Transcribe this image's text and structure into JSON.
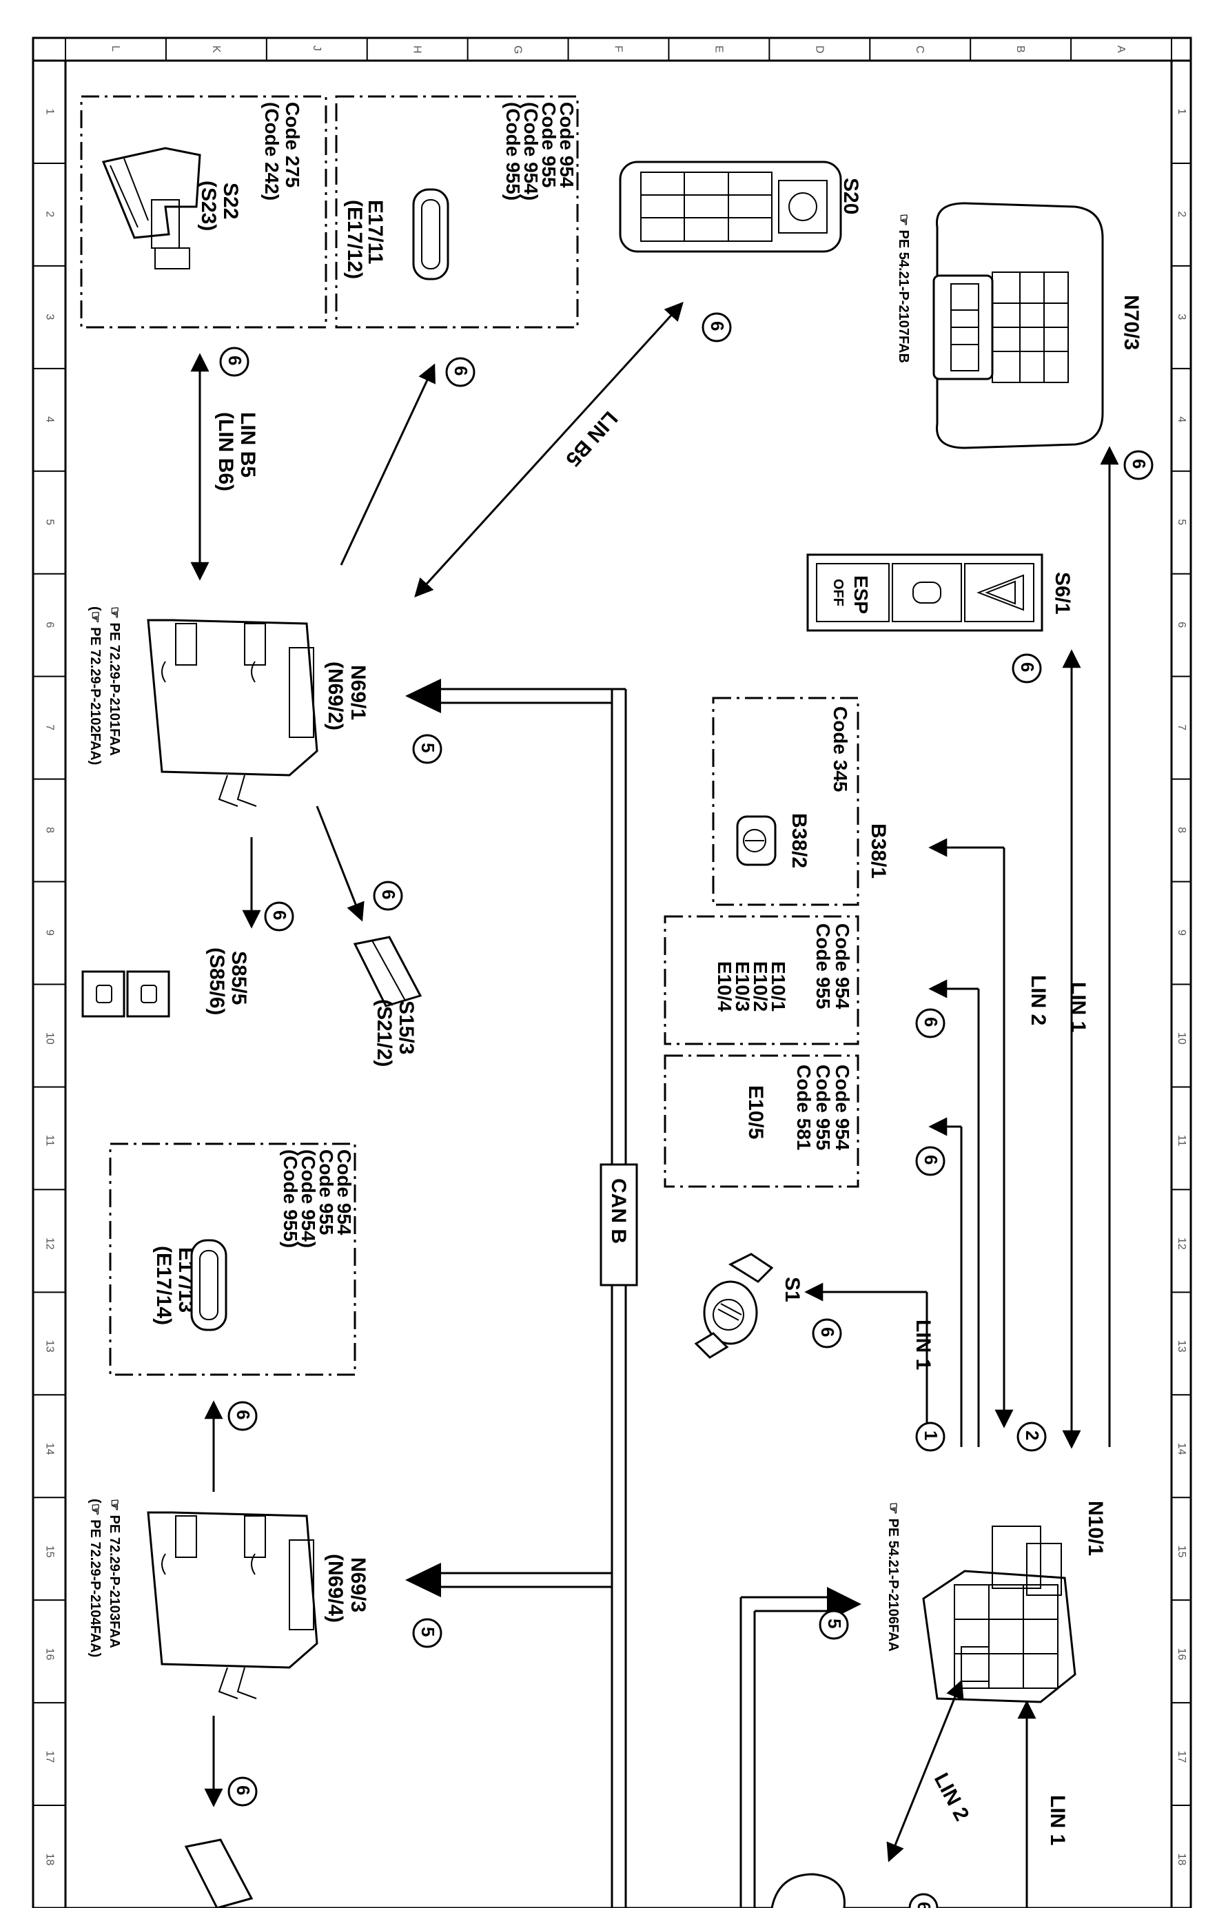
{
  "grid": {
    "columns": [
      "L",
      "K",
      "J",
      "H",
      "G",
      "F",
      "E",
      "D",
      "C",
      "B",
      "A"
    ],
    "rows": [
      "1",
      "2",
      "3",
      "4",
      "5",
      "6",
      "7",
      "8",
      "9",
      "10",
      "11",
      "12",
      "13",
      "14",
      "15",
      "16",
      "17",
      "18"
    ]
  },
  "bus_labels": {
    "can_b": "CAN B",
    "lin_1": "LIN 1",
    "lin_2": "LIN 2",
    "lin_b5": "LIN B5",
    "lin_b5_b6": "LIN B5\n(LIN B6)"
  },
  "markers": {
    "m1": "1",
    "m2": "2",
    "m5": "5",
    "m6": "6"
  },
  "components": {
    "n70_3": {
      "label": "N70/3",
      "doc": "PE 54.21-P-2107FAB"
    },
    "s20": {
      "label": "S20"
    },
    "s6_1": {
      "label": "S6/1",
      "esp": "ESP",
      "off": "OFF"
    },
    "b38_1": {
      "label": "B38/1",
      "sub": "B38/2",
      "code": "Code 345"
    },
    "e10_group1": {
      "codes": [
        "Code 954",
        "Code 955"
      ],
      "labels": [
        "E10/1",
        "E10/2",
        "E10/3",
        "E10/4"
      ]
    },
    "e10_group2": {
      "codes": [
        "Code 954",
        "Code 955",
        "Code 581"
      ],
      "label": "E10/5"
    },
    "s1": {
      "label": "S1"
    },
    "n10_1": {
      "label": "N10/1",
      "doc": "PE 54.21-P-2106FAA"
    },
    "s22": {
      "label": "S22",
      "label2": "(S23)",
      "codes": [
        "Code 275",
        "(Code 242)"
      ]
    },
    "e17_11": {
      "label": "E17/11",
      "label2": "(E17/12)",
      "codes": [
        "Code 954",
        "Code 955",
        "(Code 954)",
        "(Code 955)"
      ]
    },
    "n69_1": {
      "label": "N69/1",
      "label2": "(N69/2)",
      "doc1": "PE 72.29-P-2101FAA",
      "doc2": "PE 72.29-P-2102FAA"
    },
    "s85_5": {
      "label": "S85/5",
      "label2": "(S85/6)"
    },
    "s15_3": {
      "label": "S15/3",
      "label2": "(S21/2)"
    },
    "e17_13": {
      "label": "E17/13",
      "label2": "(E17/14)",
      "codes": [
        "Code 954",
        "Code 955",
        "(Code 954)",
        "(Code 955)"
      ]
    },
    "n69_3": {
      "label": "N69/3",
      "label2": "(N69/4)",
      "doc1": "PE 72.29-P-2103FAA",
      "doc2": "PE 72.29-P-2104FAA"
    }
  }
}
